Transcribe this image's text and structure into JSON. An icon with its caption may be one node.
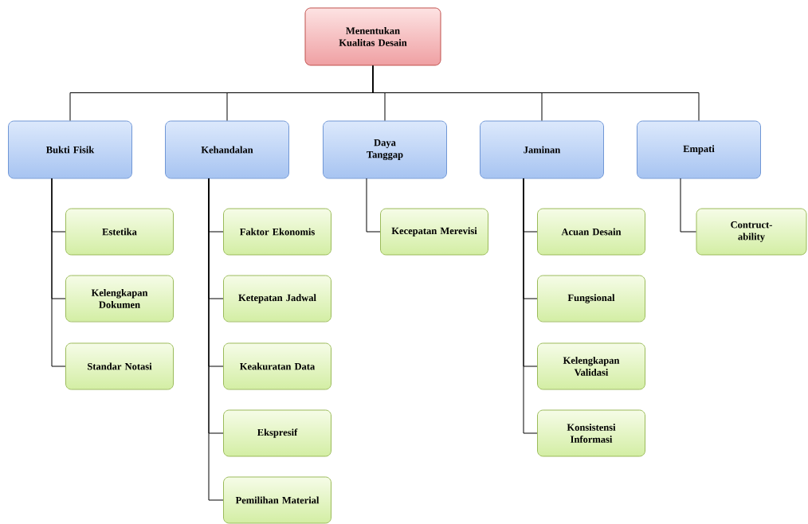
{
  "diagram": {
    "nodes": [
      {
        "text": [
          "Menentukan Kualitas Desain"
        ]
      },
      {
        "text": [
          "Bukti Fisik"
        ]
      },
      {
        "text": [
          "Kehandalan"
        ]
      },
      {
        "text": [
          "Daya Tanggap"
        ]
      },
      {
        "text": [
          "Jaminan"
        ]
      },
      {
        "text": [
          "Empati"
        ]
      },
      {
        "text": [
          "Estetika"
        ]
      },
      {
        "text": [
          "Kelengkapan Dokumen"
        ]
      },
      {
        "text": [
          "Standar Notasi"
        ]
      },
      {
        "text": [
          "Faktor Ekonomis"
        ]
      },
      {
        "text": [
          "Ketepatan Jadwal"
        ]
      },
      {
        "text": [
          "Keakuratan Data"
        ]
      },
      {
        "text": [
          "Ekspresif"
        ]
      },
      {
        "text": [
          "Pemilihan Material"
        ]
      },
      {
        "text": [
          "Kecepatan Merevisi"
        ]
      },
      {
        "text": [
          "Acuan Desain"
        ]
      },
      {
        "text": [
          "Fungsional"
        ]
      },
      {
        "text": [
          "Kelengkapan Validasi"
        ]
      },
      {
        "text": [
          "Konsistensi Informasi"
        ]
      },
      {
        "text": [
          "Contruct-ability"
        ]
      }
    ],
    "edges": [
      {
        "from": 0,
        "to": 1,
        "arrow": "none"
      },
      {
        "from": 0,
        "to": 2,
        "arrow": "none"
      },
      {
        "from": 0,
        "to": 3,
        "arrow": "none"
      },
      {
        "from": 0,
        "to": 4,
        "arrow": "none"
      },
      {
        "from": 0,
        "to": 5,
        "arrow": "none"
      },
      {
        "from": 1,
        "to": 6,
        "arrow": "none"
      },
      {
        "from": 1,
        "to": 7,
        "arrow": "none"
      },
      {
        "from": 1,
        "to": 8,
        "arrow": "none"
      },
      {
        "from": 2,
        "to": 9,
        "arrow": "none"
      },
      {
        "from": 2,
        "to": 10,
        "arrow": "none"
      },
      {
        "from": 2,
        "to": 11,
        "arrow": "none"
      },
      {
        "from": 2,
        "to": 12,
        "arrow": "none"
      },
      {
        "from": 2,
        "to": 13,
        "arrow": "none"
      },
      {
        "from": 3,
        "to": 14,
        "arrow": "none"
      },
      {
        "from": 4,
        "to": 15,
        "arrow": "none"
      },
      {
        "from": 4,
        "to": 16,
        "arrow": "none"
      },
      {
        "from": 4,
        "to": 17,
        "arrow": "none"
      },
      {
        "from": 4,
        "to": 18,
        "arrow": "none"
      },
      {
        "from": 5,
        "to": 19,
        "arrow": "none"
      }
    ]
  }
}
